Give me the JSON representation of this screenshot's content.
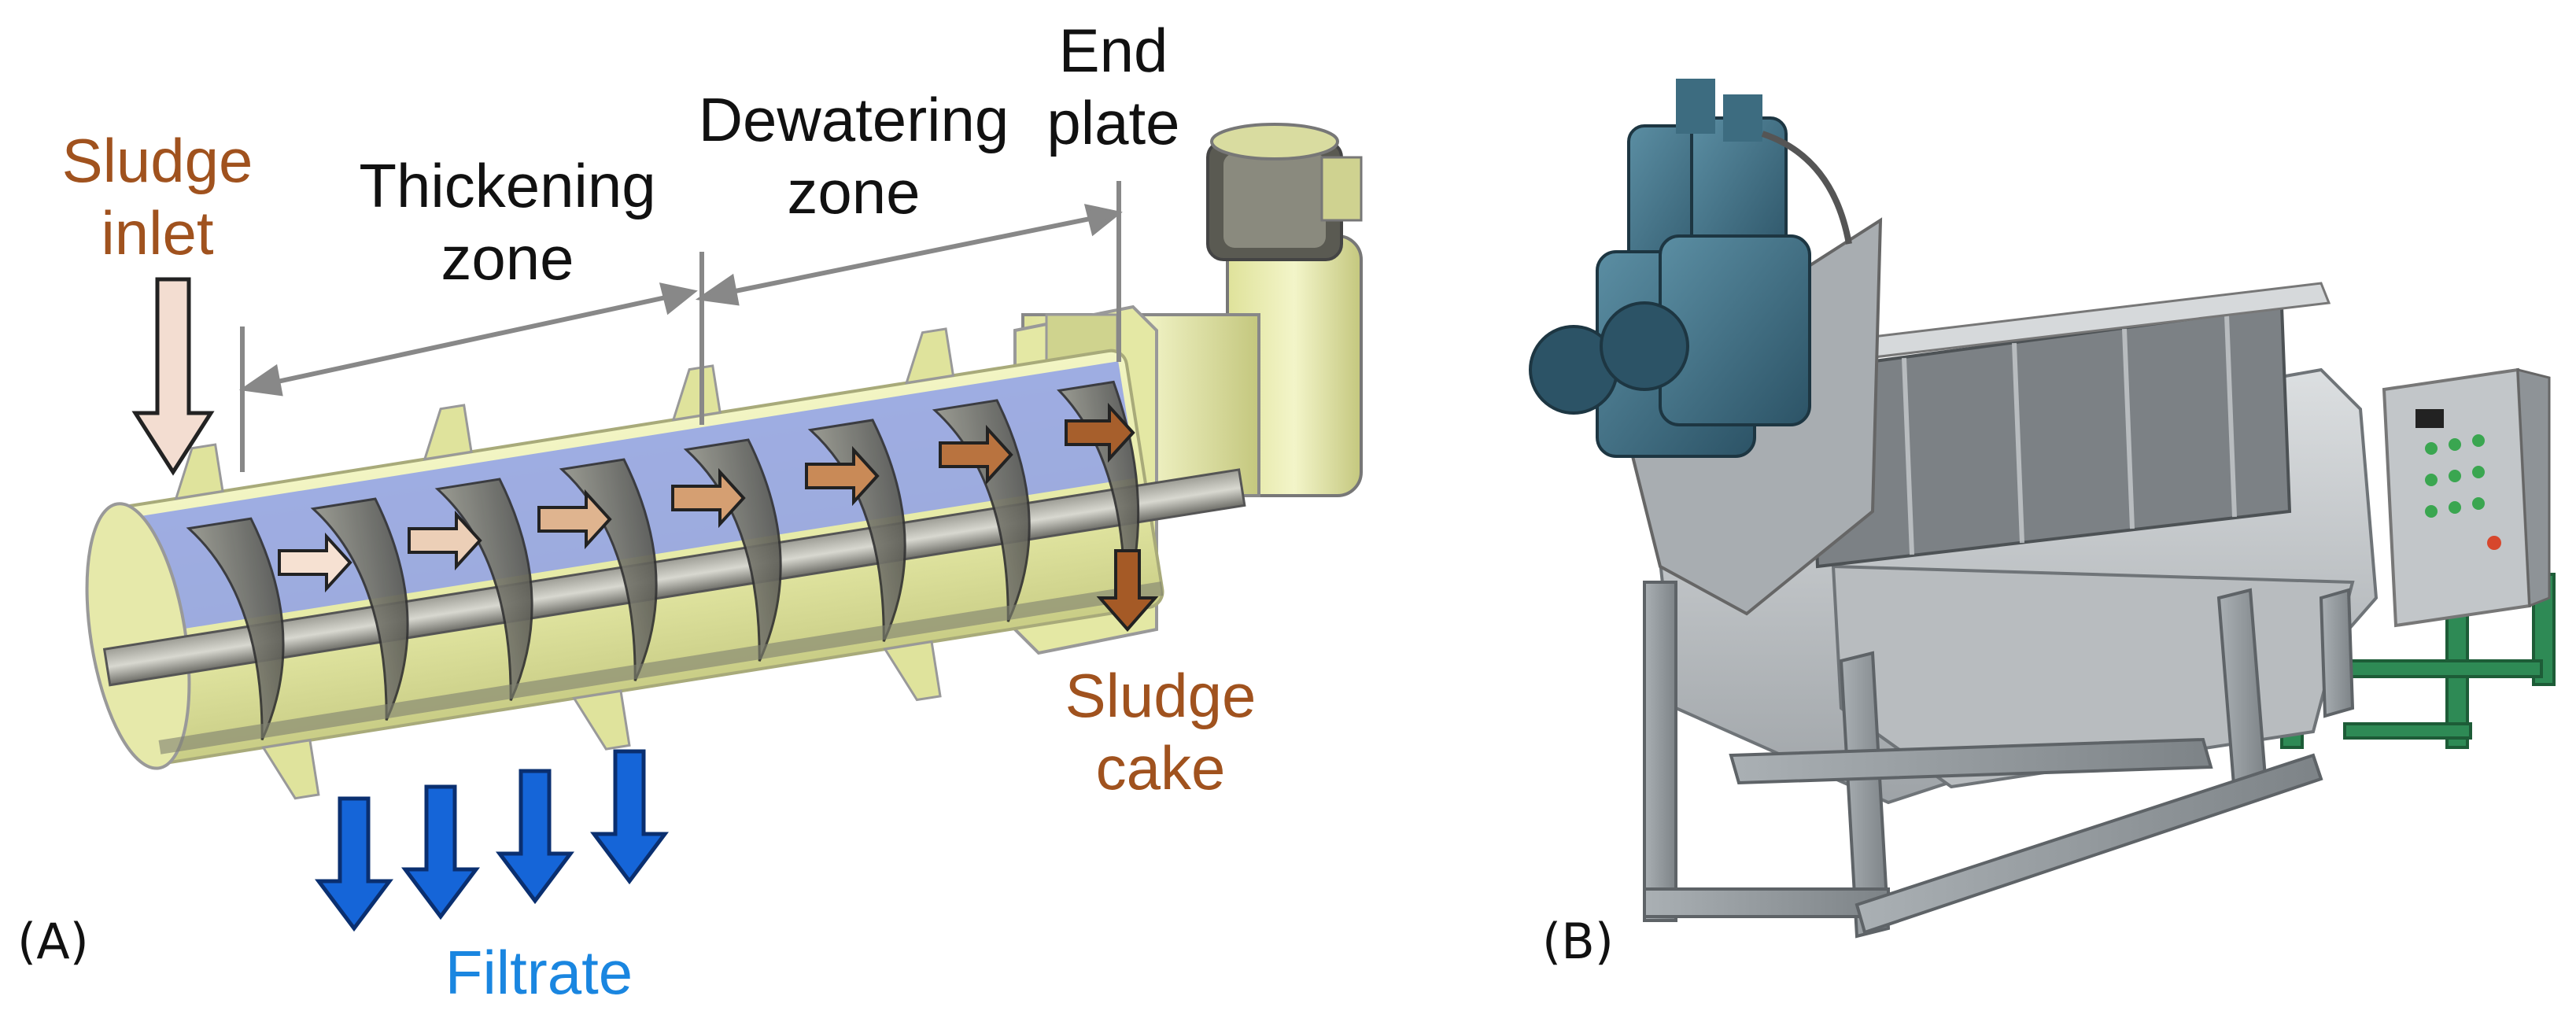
{
  "labels": {
    "sludge_inlet": [
      "Sludge",
      "inlet"
    ],
    "thickening_zone": [
      "Thickening",
      "zone"
    ],
    "dewatering_zone": [
      "Dewatering",
      "zone"
    ],
    "end_plate": [
      "End",
      "plate"
    ],
    "sludge_cake": [
      "Sludge",
      "cake"
    ],
    "filtrate": "Filtrate",
    "panel_a": "(A)",
    "panel_b": "(B)"
  },
  "colors": {
    "sludge_label": "#a0521e",
    "filtrate_label": "#1a86e0",
    "filtrate_arrow": "#1565d8",
    "casing": "#e8ecac",
    "screw_interior": "#8fa0e8",
    "motor_housing": "#3f6f86",
    "machine_steel": "#bfc3c6",
    "stand_green": "#2e8a55"
  },
  "icons": [
    "down-arrow-icon",
    "right-arrow-icon",
    "dimension-arrow-icon"
  ]
}
